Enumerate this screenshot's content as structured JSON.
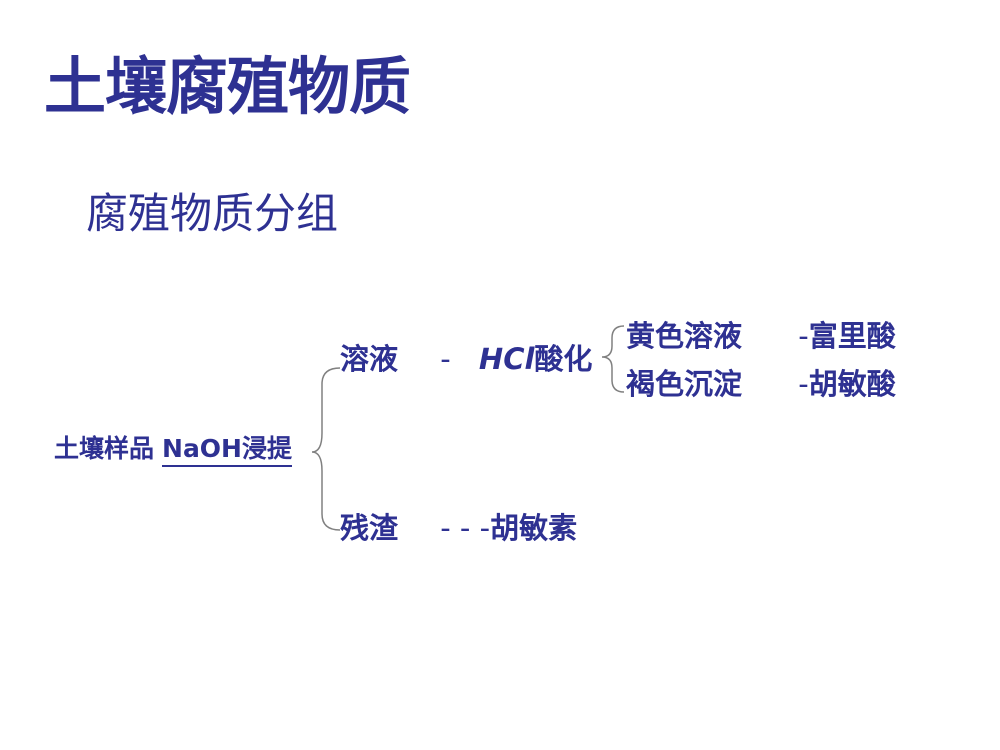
{
  "slide": {
    "title": "土壤腐殖物质",
    "subtitle": "腐殖物质分组"
  },
  "diagram": {
    "root": {
      "sample_label": "土壤样品",
      "method_label": "NaOH浸提"
    },
    "solution": {
      "label": "溶液",
      "dash": "-",
      "reagent": "HCl",
      "action": "酸化"
    },
    "residue": {
      "label": "残渣",
      "dashes": "- - -",
      "product": "胡敏素"
    },
    "yellow": {
      "label": "黄色溶液",
      "dash": "-",
      "product": "富里酸"
    },
    "brown": {
      "label": "褐色沉淀",
      "dash": "-",
      "product": "胡敏酸"
    }
  },
  "colors": {
    "text": "#2e3192",
    "bracket": "#808080"
  }
}
